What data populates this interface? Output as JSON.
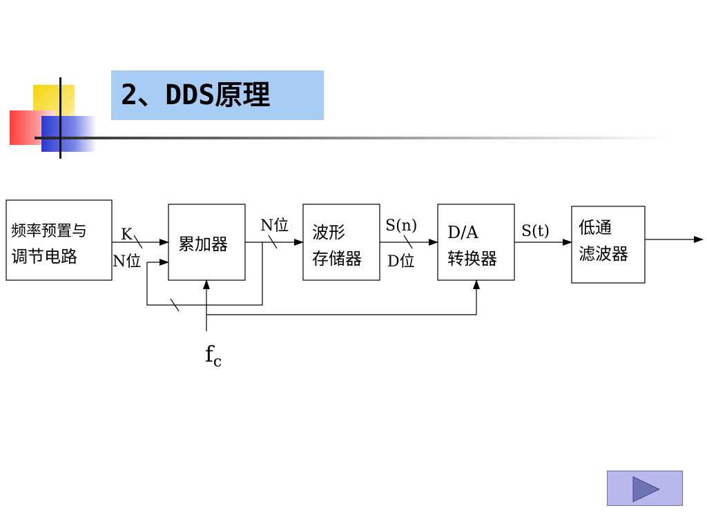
{
  "title": "2、DDS原理",
  "blocks": {
    "preset": [
      "频率预置与",
      "调节电路"
    ],
    "accumulator": [
      "累加器"
    ],
    "waveform_memory": [
      "波形",
      "存储器"
    ],
    "dac": [
      "D/A",
      "转换器"
    ],
    "lpf": [
      "低通",
      "滤波器"
    ]
  },
  "labels": {
    "k": "K",
    "n_bits_in": "N位",
    "n_bits_out": "N位",
    "s_n": "S(n)",
    "d_bits": "D位",
    "s_t": "S(t)",
    "clock_main": "f",
    "clock_sub": "c"
  },
  "colors": {
    "title_bg": "#a8cdf5",
    "nav_button": "#b8b8ec",
    "nav_arrow": "#6d73b3"
  },
  "nav": {
    "next_icon": "play-triangle-icon"
  }
}
